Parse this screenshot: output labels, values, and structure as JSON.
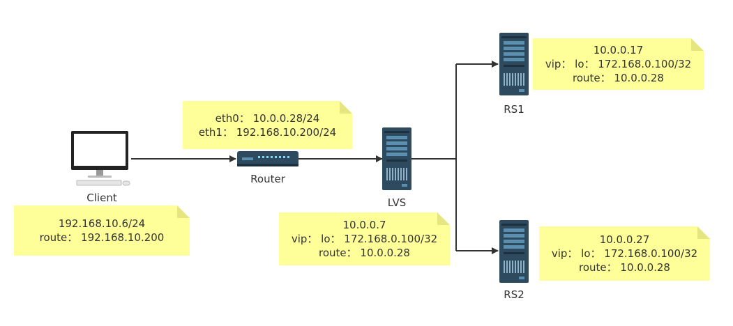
{
  "nodes": {
    "client": {
      "label": "Client"
    },
    "router": {
      "label": "Router"
    },
    "lvs": {
      "label": "LVS"
    },
    "rs1": {
      "label": "RS1"
    },
    "rs2": {
      "label": "RS2"
    }
  },
  "notes": {
    "client": [
      "192.168.10.6/24",
      "route： 192.168.10.200"
    ],
    "router": [
      "eth0： 10.0.0.28/24",
      "eth1： 192.168.10.200/24"
    ],
    "lvs": [
      "10.0.0.7",
      "vip： lo： 172.168.0.100/32",
      "route： 10.0.0.28"
    ],
    "rs1": [
      "10.0.0.17",
      "vip： lo： 172.168.0.100/32",
      "route： 10.0.0.28"
    ],
    "rs2": [
      "10.0.0.27",
      "vip： lo： 172.168.0.100/32",
      "route： 10.0.0.28"
    ]
  },
  "colors": {
    "note_fill": "#ffff99",
    "server_body": "#2e4a5e",
    "connector": "#333333"
  },
  "icons": {
    "client": "desktop-computer-icon",
    "router": "router-icon",
    "server": "server-rack-icon"
  }
}
